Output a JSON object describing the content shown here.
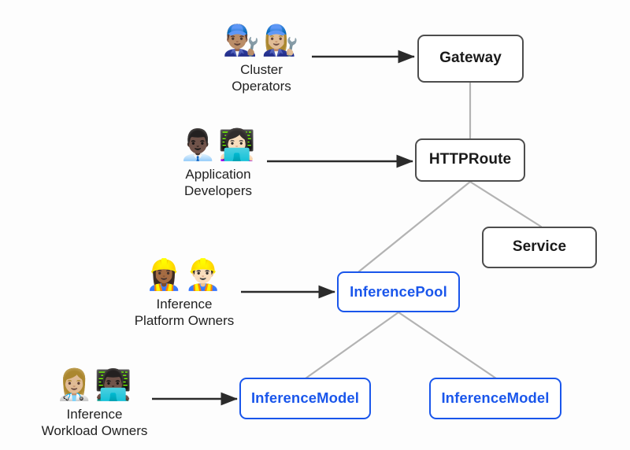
{
  "diagram": {
    "title": "Gateway API Inference Extension resource model and personas",
    "background_color": "#fdfdfd",
    "colors": {
      "standard_node_border": "#4d4d4d",
      "standard_node_text": "#1a1a1a",
      "inference_node_border": "#1a56eb",
      "inference_node_text": "#1a56eb",
      "arrow": "#2b2b2b",
      "connector": "#b3b3b3"
    }
  },
  "nodes": [
    {
      "id": "gateway",
      "label": "Gateway",
      "style": "standard"
    },
    {
      "id": "httproute",
      "label": "HTTPRoute",
      "style": "standard"
    },
    {
      "id": "service",
      "label": "Service",
      "style": "standard"
    },
    {
      "id": "inferencepool",
      "label": "InferencePool",
      "style": "inference"
    },
    {
      "id": "inferencemodel1",
      "label": "InferenceModel",
      "style": "inference"
    },
    {
      "id": "inferencemodel2",
      "label": "InferenceModel",
      "style": "inference"
    }
  ],
  "personas": [
    {
      "id": "cluster-operators",
      "name": "Cluster\nOperators",
      "emojis": [
        "👨🏽‍🔧",
        "👩🏼‍🔧"
      ],
      "emoji_names": [
        "man-mechanic-emoji",
        "woman-mechanic-emoji"
      ],
      "targets": "gateway"
    },
    {
      "id": "application-developers",
      "name": "Application\nDevelopers",
      "emojis": [
        "👨🏿‍💼",
        "👩🏻‍💻"
      ],
      "emoji_names": [
        "man-office-worker-emoji",
        "woman-technologist-emoji"
      ],
      "targets": "httproute"
    },
    {
      "id": "inference-platform-owners",
      "name": "Inference\nPlatform Owners",
      "emojis": [
        "👷🏾‍♀️",
        "👷🏻‍♂️"
      ],
      "emoji_names": [
        "woman-construction-worker-emoji",
        "man-construction-worker-emoji"
      ],
      "targets": "inferencepool"
    },
    {
      "id": "inference-workload-owners",
      "name": "Inference\nWorkload Owners",
      "emojis": [
        "👩🏼‍⚕️",
        "👨🏿‍💻"
      ],
      "emoji_names": [
        "woman-health-worker-emoji",
        "man-technologist-emoji"
      ],
      "targets": "inferencemodel1"
    }
  ],
  "edges": [
    {
      "from": "gateway",
      "to": "httproute",
      "kind": "connector"
    },
    {
      "from": "httproute",
      "to": "service",
      "kind": "connector"
    },
    {
      "from": "httproute",
      "to": "inferencepool",
      "kind": "connector"
    },
    {
      "from": "inferencepool",
      "to": "inferencemodel1",
      "kind": "connector"
    },
    {
      "from": "inferencepool",
      "to": "inferencemodel2",
      "kind": "connector"
    },
    {
      "from": "cluster-operators",
      "to": "gateway",
      "kind": "arrow"
    },
    {
      "from": "application-developers",
      "to": "httproute",
      "kind": "arrow"
    },
    {
      "from": "inference-platform-owners",
      "to": "inferencepool",
      "kind": "arrow"
    },
    {
      "from": "inference-workload-owners",
      "to": "inferencemodel1",
      "kind": "arrow"
    }
  ]
}
